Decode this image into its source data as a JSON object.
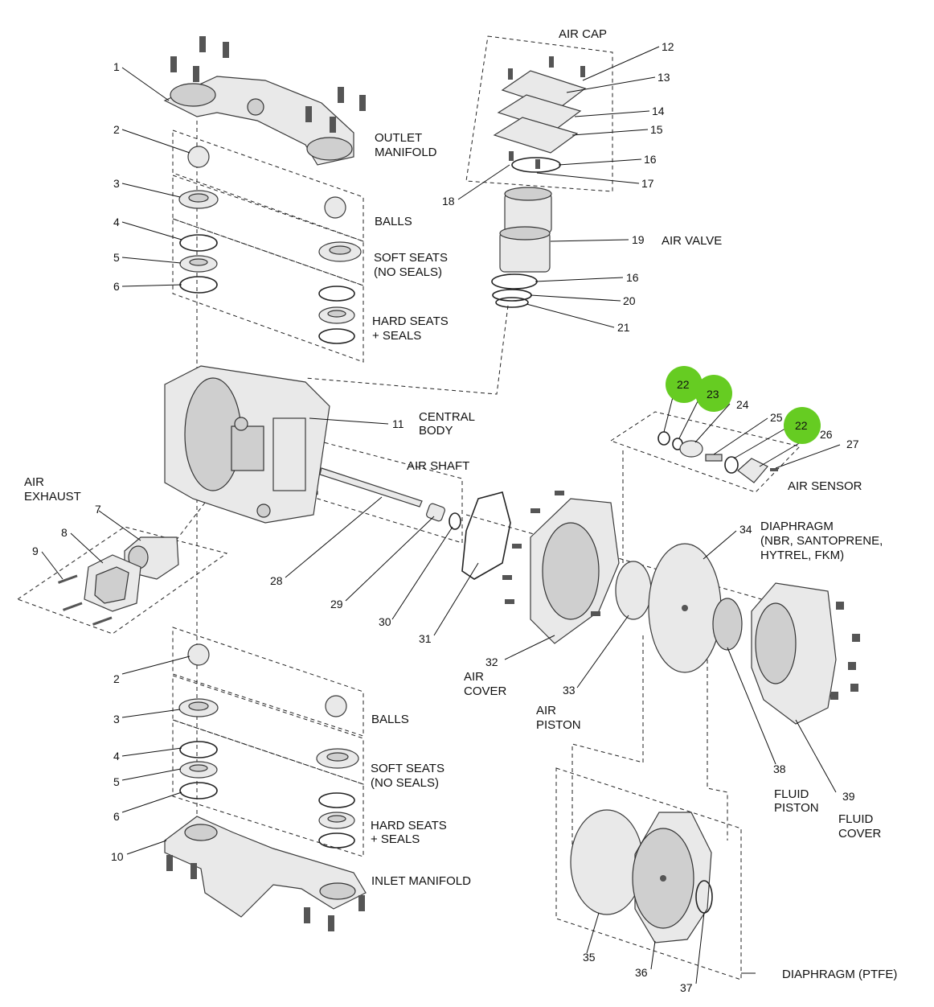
{
  "accent_color": "#66cc22",
  "highlighted_callouts": [
    "22",
    "23",
    "22"
  ],
  "group_labels": {
    "outlet_manifold": [
      "OUTLET",
      "MANIFOLD"
    ],
    "balls_top": "BALLS",
    "soft_seats_top": [
      "SOFT SEATS",
      "(NO SEALS)"
    ],
    "hard_seats_top": [
      "HARD SEATS",
      "+ SEALS"
    ],
    "air_cap": "AIR CAP",
    "air_valve": "AIR VALVE",
    "central_body": [
      "CENTRAL",
      "BODY"
    ],
    "air_shaft": "AIR SHAFT",
    "air_exhaust": [
      "AIR",
      "EXHAUST"
    ],
    "air_sensor": "AIR SENSOR",
    "diaphragm": [
      "DIAPHRAGM",
      "(NBR, SANTOPRENE,",
      "HYTREL, FKM)"
    ],
    "air_cover": [
      "AIR",
      "COVER"
    ],
    "air_piston": [
      "AIR",
      "PISTON"
    ],
    "fluid_piston": [
      "FLUID",
      "PISTON"
    ],
    "fluid_cover": [
      "FLUID",
      "COVER"
    ],
    "balls_bottom": "BALLS",
    "soft_seats_bottom": [
      "SOFT SEATS",
      "(NO SEALS)"
    ],
    "hard_seats_bottom": [
      "HARD SEATS",
      "+ SEALS"
    ],
    "inlet_manifold": "INLET MANIFOLD",
    "diaphragm_ptfe": "DIAPHRAGM (PTFE)"
  },
  "callouts": {
    "c1": "1",
    "c2a": "2",
    "c3a": "3",
    "c4a": "4",
    "c5a": "5",
    "c6a": "6",
    "c12": "12",
    "c13": "13",
    "c14": "14",
    "c15": "15",
    "c16a": "16",
    "c17": "17",
    "c18": "18",
    "c19": "19",
    "c16b": "16",
    "c20": "20",
    "c21": "21",
    "c11": "11",
    "c22a": "22",
    "c23": "23",
    "c24": "24",
    "c25": "25",
    "c22b": "22",
    "c26": "26",
    "c27": "27",
    "c7": "7",
    "c8": "8",
    "c9": "9",
    "c28": "28",
    "c29": "29",
    "c30": "30",
    "c31": "31",
    "c32": "32",
    "c33": "33",
    "c34": "34",
    "c2b": "2",
    "c3b": "3",
    "c4b": "4",
    "c5b": "5",
    "c6b": "6",
    "c10": "10",
    "c35": "35",
    "c36": "36",
    "c37": "37",
    "c38": "38",
    "c39": "39"
  }
}
